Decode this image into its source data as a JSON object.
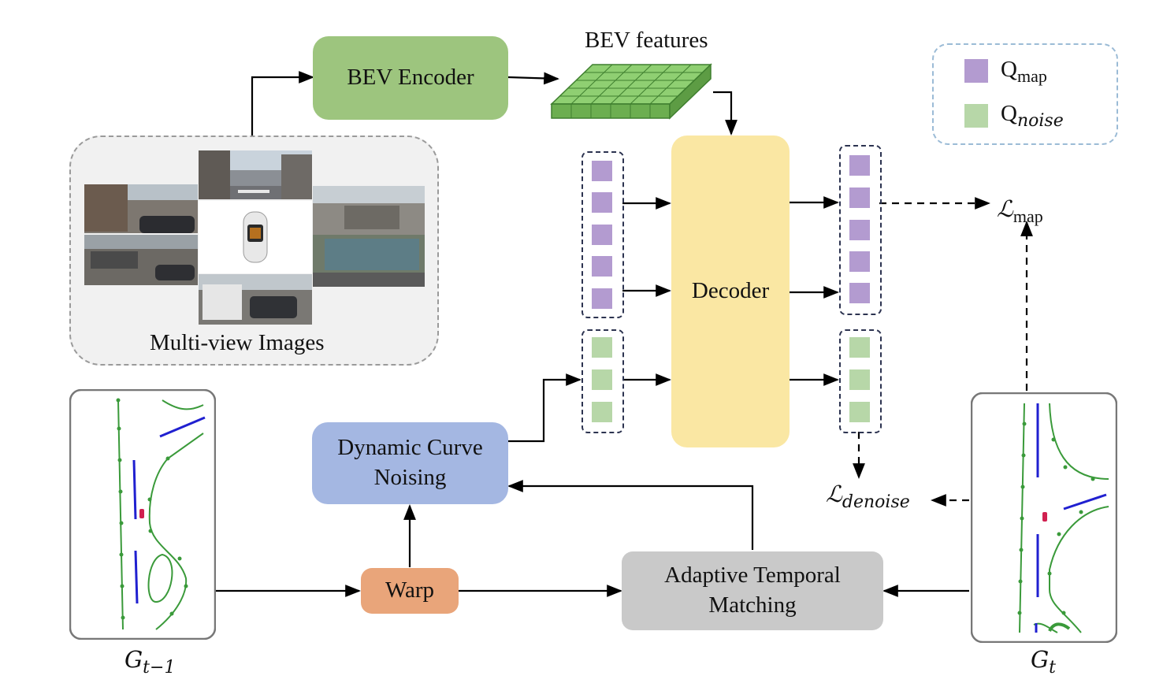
{
  "encoder": {
    "label": "BEV Encoder",
    "color": "#9dc57e"
  },
  "bev_features": {
    "label": "BEV features",
    "color": "#7fbf5f"
  },
  "decoder": {
    "label": "Decoder",
    "color": "#fae7a3"
  },
  "noising": {
    "line1": "Dynamic Curve",
    "line2": "Noising",
    "color": "#a4b7e2"
  },
  "warp": {
    "label": "Warp",
    "color": "#e9a57a"
  },
  "matching": {
    "line1": "Adaptive Temporal",
    "line2": "Matching",
    "color": "#c9c9c9"
  },
  "multiview": {
    "label": "Multi-view Images"
  },
  "legend": {
    "map": {
      "symbol": "Q",
      "sub": "map",
      "color": "#b39bd0"
    },
    "noise": {
      "symbol": "Q",
      "sub": "noise",
      "color": "#b7d7a8"
    }
  },
  "losses": {
    "map": {
      "symbol": "ℒ",
      "sub": "map"
    },
    "denoise": {
      "symbol": "ℒ",
      "sub": "denoise"
    }
  },
  "graphs": {
    "prev": {
      "symbol": "G",
      "sub": "t−1"
    },
    "curr": {
      "symbol": "G",
      "sub": "t"
    }
  },
  "colors": {
    "lane_green": "#3a9a3a",
    "lane_blue": "#2020d0",
    "ego_red": "#d02050",
    "frame_gray": "#777777"
  }
}
